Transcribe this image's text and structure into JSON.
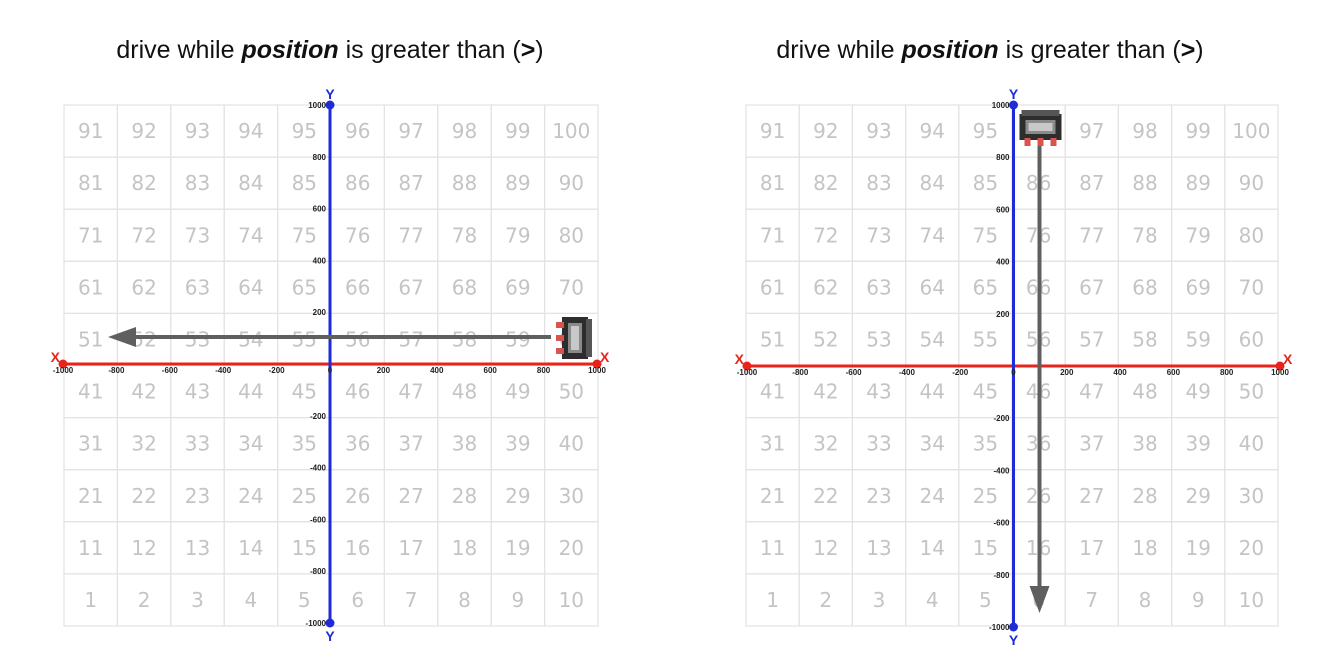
{
  "panels": [
    {
      "title": {
        "before": "drive while ",
        "emphasis": "position",
        "middle": " is greater than (",
        "operator": ">",
        "after": ")"
      },
      "drive_direction": "left"
    },
    {
      "title": {
        "before": "drive while ",
        "emphasis": "position",
        "middle": " is greater than (",
        "operator": ">",
        "after": ")"
      },
      "drive_direction": "down"
    }
  ],
  "field": {
    "rows": [
      [
        91,
        92,
        93,
        94,
        95,
        96,
        97,
        98,
        99,
        100
      ],
      [
        81,
        82,
        83,
        84,
        85,
        86,
        87,
        88,
        89,
        90
      ],
      [
        71,
        72,
        73,
        74,
        75,
        76,
        77,
        78,
        79,
        80
      ],
      [
        61,
        62,
        63,
        64,
        65,
        66,
        67,
        68,
        69,
        70
      ],
      [
        51,
        52,
        53,
        54,
        55,
        56,
        57,
        58,
        59,
        60
      ],
      [
        41,
        42,
        43,
        44,
        45,
        46,
        47,
        48,
        49,
        50
      ],
      [
        31,
        32,
        33,
        34,
        35,
        36,
        37,
        38,
        39,
        40
      ],
      [
        21,
        22,
        23,
        24,
        25,
        26,
        27,
        28,
        29,
        30
      ],
      [
        11,
        12,
        13,
        14,
        15,
        16,
        17,
        18,
        19,
        20
      ],
      [
        1,
        2,
        3,
        4,
        5,
        6,
        7,
        8,
        9,
        10
      ]
    ],
    "x_axis_label": "X",
    "y_axis_label": "Y",
    "x_ticks": [
      -1000,
      -800,
      -600,
      -400,
      -200,
      0,
      200,
      400,
      600,
      800,
      1000
    ],
    "y_ticks": [
      1000,
      800,
      600,
      400,
      200,
      -200,
      -400,
      -600,
      -800,
      -1000
    ],
    "colors": {
      "x_axis": "#e8231a",
      "y_axis": "#1f2bd6",
      "grid": "#e3e3e3",
      "arrow": "#5f5f5f"
    }
  }
}
